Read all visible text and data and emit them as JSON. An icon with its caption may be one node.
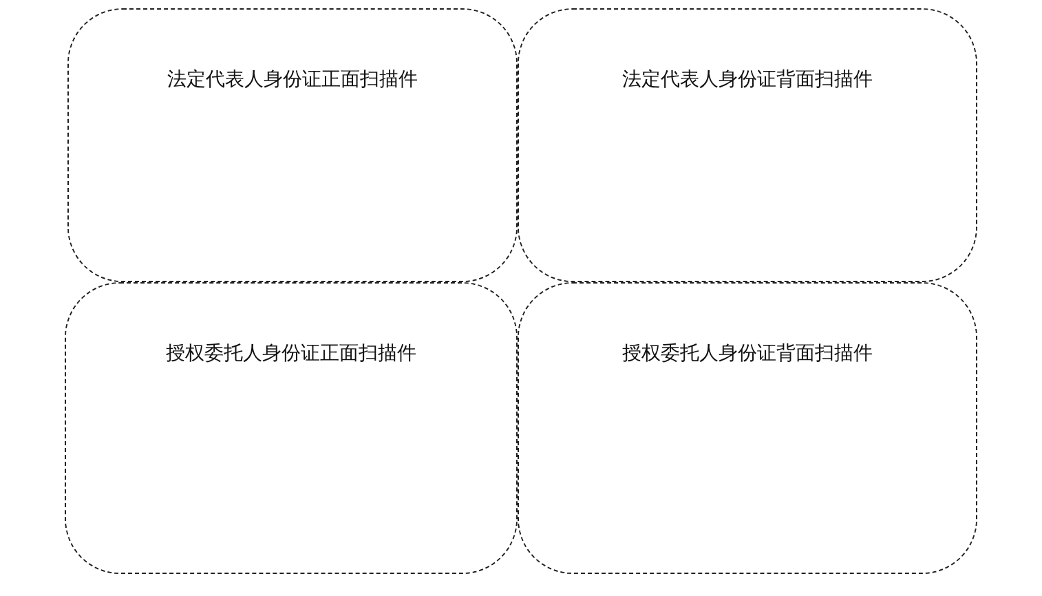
{
  "diagram": {
    "nodes": [
      {
        "text": [
          "法定代表人身份证正面扫描件"
        ]
      },
      {
        "text": [
          "法定代表人身份证背面扫描件"
        ]
      },
      {
        "text": [
          "授权委托人身份证正面扫描件"
        ]
      },
      {
        "text": [
          "授权委托人身份证背面扫描件"
        ]
      }
    ]
  }
}
